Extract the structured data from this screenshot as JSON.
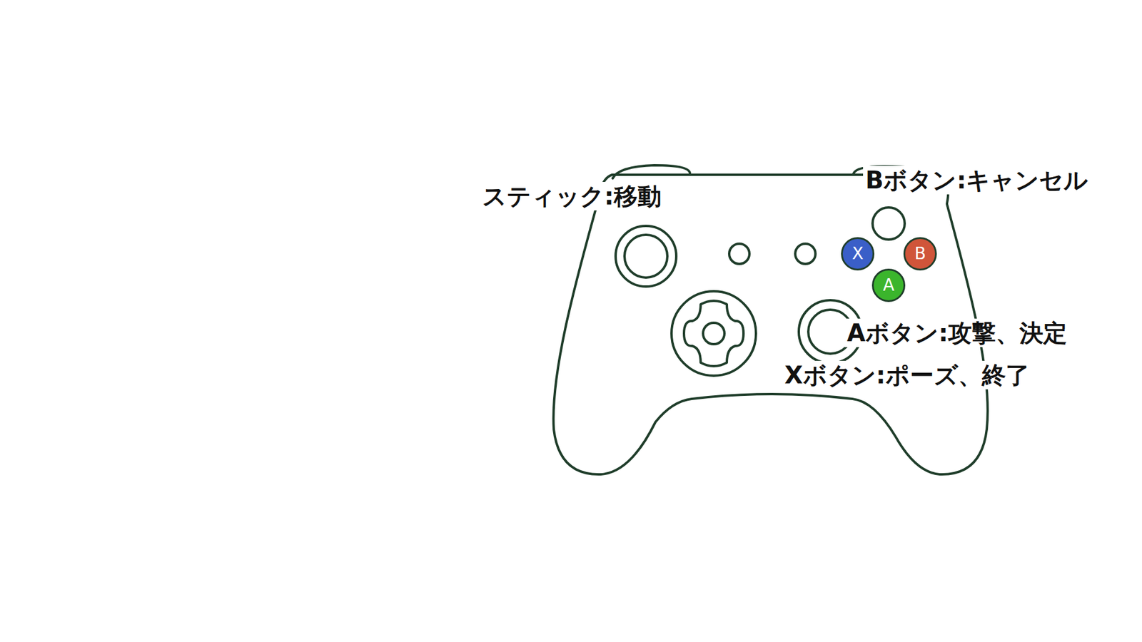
{
  "diagram": {
    "nodes": [
      {
        "text": [
          "X"
        ]
      },
      {
        "text": [
          "B"
        ]
      },
      {
        "text": [
          "A"
        ]
      }
    ],
    "labels": [
      "スティック:移動",
      "Bボタン:キャンセル",
      "Aボタン:攻撃、決定",
      "Xボタン:ポーズ、終了"
    ]
  }
}
